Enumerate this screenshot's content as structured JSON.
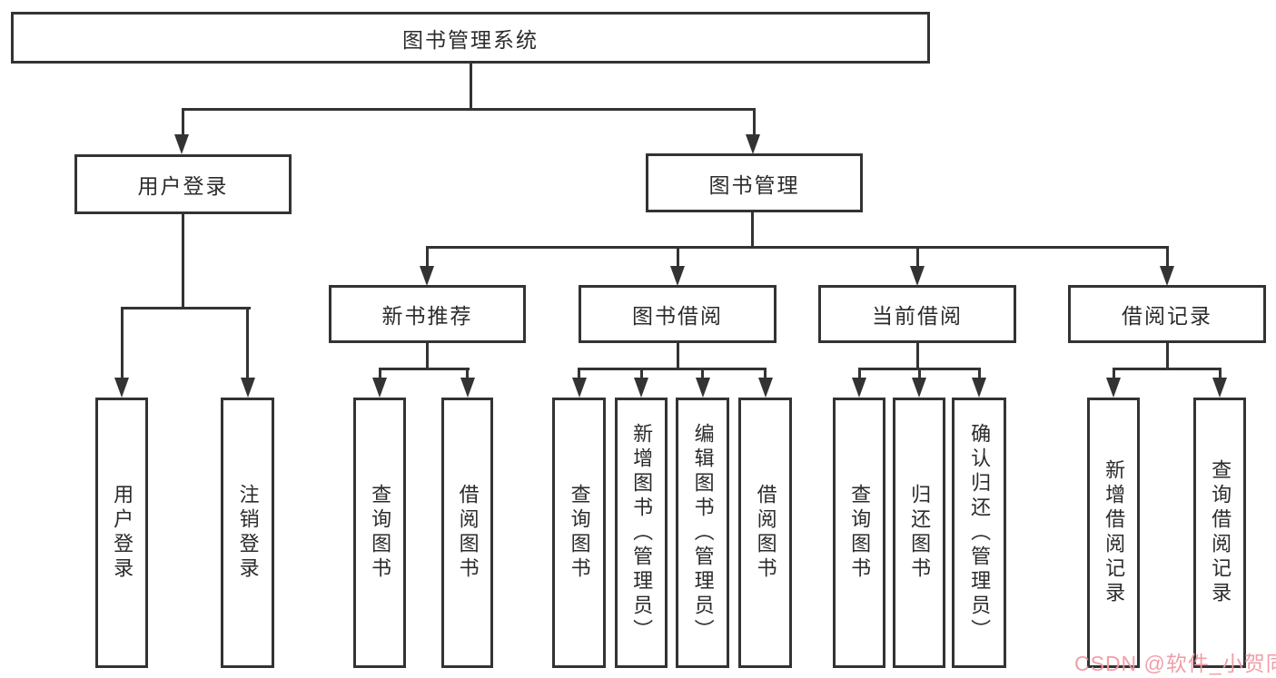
{
  "nodes": {
    "root": {
      "label": "图书管理系统"
    },
    "user_login": {
      "label": "用户登录"
    },
    "book_mgmt": {
      "label": "图书管理"
    },
    "new_book_rec": {
      "label": "新书推荐"
    },
    "book_borrow": {
      "label": "图书借阅"
    },
    "current_borrow": {
      "label": "当前借阅"
    },
    "borrow_records": {
      "label": "借阅记录"
    },
    "leaf_user_login": {
      "label": "用户登录"
    },
    "leaf_logout": {
      "label": "注销登录"
    },
    "leaf_query_book_1": {
      "label": "查询图书"
    },
    "leaf_borrow_book_1": {
      "label": "借阅图书"
    },
    "leaf_query_book_2": {
      "label": "查询图书"
    },
    "leaf_add_book": {
      "label": "新增图书（管理员）"
    },
    "leaf_edit_book": {
      "label": "编辑图书（管理员）"
    },
    "leaf_borrow_book_2": {
      "label": "借阅图书"
    },
    "leaf_query_book_3": {
      "label": "查询图书"
    },
    "leaf_return_book": {
      "label": "归还图书"
    },
    "leaf_confirm_return": {
      "label": "确认归还（管理员）"
    },
    "leaf_add_record": {
      "label": "新增借阅记录"
    },
    "leaf_query_record": {
      "label": "查询借阅记录"
    }
  },
  "watermark": {
    "text": "CSDN @软件_小贺同学",
    "color": "#ef9aa4"
  },
  "colors": {
    "line": "#333333",
    "box_border": "#333333",
    "text": "#2b2b2b",
    "background": "#ffffff"
  }
}
